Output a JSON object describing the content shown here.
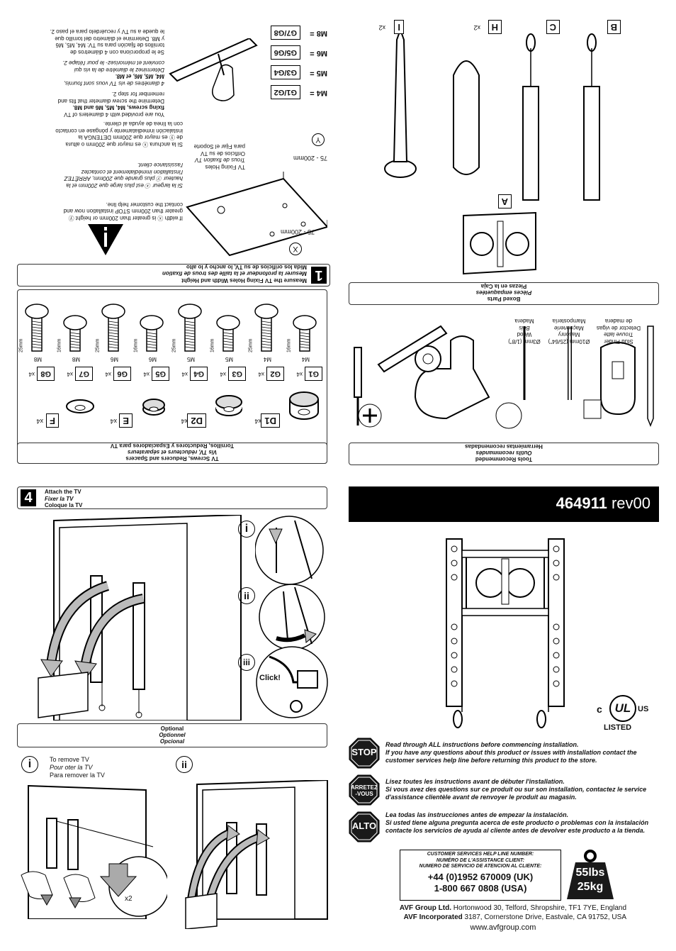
{
  "tools_header": {
    "line1": "Tools Recommended",
    "line2": "Outils recommandés",
    "line3": "Herramientas recomendadas"
  },
  "tools_labels": [
    {
      "l1": "Stud Finder",
      "l2": "Trouve latte",
      "l3": "Detector de vigas de madera"
    },
    {
      "l1": "Ø10mm (25/64\")",
      "l2": "Masonry",
      "l3": "Maçonnerie",
      "l4": "Mampostería"
    },
    {
      "l1": "Ø3mm (1/8\")",
      "l2": "Wood",
      "l3": "Bois",
      "l4": "Madera"
    }
  ],
  "boxed_header": {
    "line1": "Boxed Parts",
    "line2": "Pièces empaquetées",
    "line3": "Piezas en la Caja"
  },
  "boxed_parts": {
    "a": "A",
    "b": "B",
    "c": "C",
    "h": "H",
    "i": "I",
    "h_qty": "x2",
    "i_qty": "x2"
  },
  "screws_header": {
    "line1": "TV Screws, Reducers and Spacers",
    "line2": "Vis TV, réducteurs et séparateurs",
    "line3": "Tornillos, Reductores y Espaciadores para TV"
  },
  "spacers": [
    {
      "label": "D1",
      "qty": "x4"
    },
    {
      "label": "D2",
      "qty": "x4"
    },
    {
      "label": "E",
      "qty": "x4"
    },
    {
      "label": "F",
      "qty": "x4"
    }
  ],
  "screws": [
    {
      "label": "G1",
      "qty": "x4",
      "size": "M4",
      "len": "16mm"
    },
    {
      "label": "G2",
      "qty": "x4",
      "size": "M4",
      "len": "25mm"
    },
    {
      "label": "G3",
      "qty": "x4",
      "size": "M5",
      "len": "16mm"
    },
    {
      "label": "G4",
      "qty": "x4",
      "size": "M5",
      "len": "25mm"
    },
    {
      "label": "G5",
      "qty": "x4",
      "size": "M6",
      "len": "16mm"
    },
    {
      "label": "G6",
      "qty": "x4",
      "size": "M6",
      "len": "25mm"
    },
    {
      "label": "G7",
      "qty": "x4",
      "size": "M8",
      "len": "16mm"
    },
    {
      "label": "G8",
      "qty": "x4",
      "size": "M8",
      "len": "25mm"
    }
  ],
  "step1": {
    "number": "1",
    "line1": "Measure the TV Fixing Holes Width and Height",
    "line2": "Mesurer la profondeur et la taille des trous de fixation",
    "line3": "Mida los orificios de su TV, lo ancho y lo alto",
    "dim_x": "75 - 200mm",
    "dim_y": "75 - 200mm",
    "x_letter": "X",
    "y_letter": "Y",
    "holes_label": [
      "TV Fixing Holes",
      "Trous de fixation TV",
      "Orificios de su TV",
      "para Fijar el Soporte"
    ],
    "warn_en": [
      "If width",
      "is greater than 200mm or height",
      "greater than 200mm STOP installation now and",
      "contact the customer help line."
    ],
    "warn_fr": [
      "Si la largeur",
      "est plus large que 200mm et la",
      "hauteur",
      "plus grande que 200mm, ARRÊTEZ",
      "l'installation immédiatement et contactez",
      "l'assistance client."
    ],
    "warn_es": [
      "Si la anchura",
      "es mayor que 200mm o altura",
      "de",
      "es mayor que 200mm DETENGA la",
      "instalación inmediatamente y póngase en contacto",
      "con la línea de ayuda al cliente."
    ],
    "screw_en": [
      "You are provided with 4 diameters of TV",
      "fixing screws, M4, M5, M6 and M8.",
      "Determine the screw diameter that fits and",
      "remember for step 2."
    ],
    "screw_fr": [
      "4 diamètres de vis TV vous sont fournis,",
      "M4, M5, M6, et M8.",
      "Déterminez le diamètre de la vis qui",
      "convient et mémorisez- le pour l'étape 2."
    ],
    "screw_es": [
      "Se le proporciona con 4 diámetros de",
      "tornillos de fijación para su TV: M4, M5, M6",
      "y M8. Determine el diámetro del tornillo que",
      "le quede a su TV y recuérdelo para el paso 2."
    ],
    "table": [
      {
        "m": "M4 =",
        "g": "G1/G2"
      },
      {
        "m": "M5 =",
        "g": "G3/G4"
      },
      {
        "m": "M6 =",
        "g": "G5/G6"
      },
      {
        "m": "M8 =",
        "g": "G7/G8"
      }
    ]
  },
  "step4": {
    "number": "4",
    "line1": "Attach the TV",
    "line2": "Fixer la TV",
    "line3": "Coloque la TV",
    "sub_i": "i",
    "sub_ii": "ii",
    "sub_iii": "iii",
    "click": "Click!"
  },
  "optional": {
    "line1": "Optional",
    "line2": "Optionnel",
    "line3": "Opcional"
  },
  "remove": {
    "i": "i",
    "ii": "ii",
    "line1": "To remove TV",
    "line2": "Pour oter la TV",
    "line3": "Para remover la TV",
    "qty": "x2"
  },
  "product": {
    "code": "464911",
    "rev": "rev00"
  },
  "ul": {
    "c": "c",
    "ul": "UL",
    "us": "US",
    "listed": "LISTED"
  },
  "notices": [
    {
      "sign": "STOP",
      "sign2": "",
      "bold_line": "Read through ALL instructions before commencing installation.",
      "body": "If you have any questions about this product or issues with installation contact the customer services help line before returning this product to the store."
    },
    {
      "sign": "ARRETEZ",
      "sign2": "-VOUS",
      "bold_line": "Lisez toutes les instructions avant de débuter l'installation.",
      "body": "Si vous avez des questions sur ce produit ou sur son installation, contactez le service d'assistance clientèle avant de renvoyer le produit au magasin."
    },
    {
      "sign": "ALTO",
      "sign2": "",
      "bold_line": "Lea todas las instrucciones antes de empezar la instalación.",
      "body": "Si usted tiene alguna pregunta acerca de este producto o problemas con la instalación contacte los servicios de ayuda al cliente antes de devolver este producto a la tienda."
    }
  ],
  "helpline": {
    "h1": "CUSTOMER SERVICES HELP LINE NUMBER:",
    "h2": "NUMÉRO DE L'ASSISTANCE CLIENT:",
    "h3": "NUMERO DE SERVICIO DE ATENCION AL CLIENTE:",
    "uk": "+44 (0)1952 670009 (UK)",
    "usa": "1-800 667 0808 (USA)"
  },
  "weight": {
    "lbs": "55lbs",
    "kg": "25kg"
  },
  "address": {
    "uk_name": "AVF Group Ltd.",
    "uk_addr": "Hortonwood 30, Telford, Shropshire, TF1 7YE, England",
    "us_name": "AVF Incorporated",
    "us_addr": "3187, Cornerstone Drive, Eastvale, CA 91752, USA",
    "web": "www.avfgroup.com"
  },
  "colors": {
    "stop_red": "#1a1a1a",
    "banner": "#000000"
  }
}
